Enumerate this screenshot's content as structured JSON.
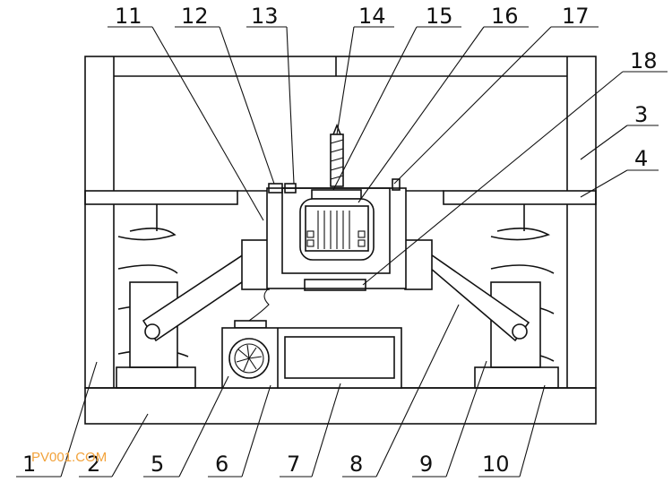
{
  "labels": {
    "n1": "1",
    "n2": "2",
    "n3": "3",
    "n4": "4",
    "n5": "5",
    "n6": "6",
    "n7": "7",
    "n8": "8",
    "n9": "9",
    "n10": "10",
    "n11": "11",
    "n12": "12",
    "n13": "13",
    "n14": "14",
    "n15": "15",
    "n16": "16",
    "n17": "17",
    "n18": "18"
  },
  "watermark": "PV001.COM"
}
